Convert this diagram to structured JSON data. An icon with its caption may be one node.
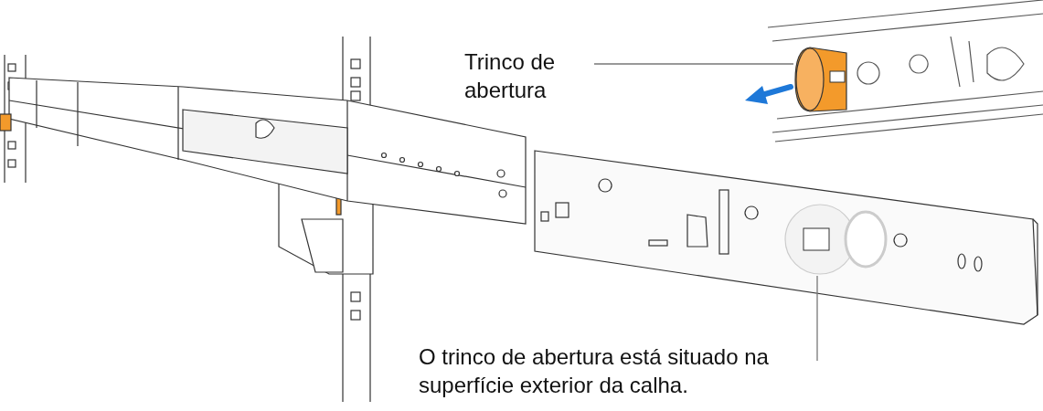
{
  "diagram": {
    "nodes": [
      {
        "text": [
          "Trinco de abertura"
        ]
      },
      {
        "text": [],
        "shape": "cylinder"
      },
      {
        "text": [
          "O trinco de abertura está situado na superfície exterior da calha."
        ]
      },
      {
        "text": [],
        "shape": "circle"
      }
    ],
    "edges": [
      {
        "from": 0,
        "to": 1,
        "arrow": "none"
      },
      {
        "from": 2,
        "to": 3,
        "arrow": "none"
      }
    ]
  }
}
